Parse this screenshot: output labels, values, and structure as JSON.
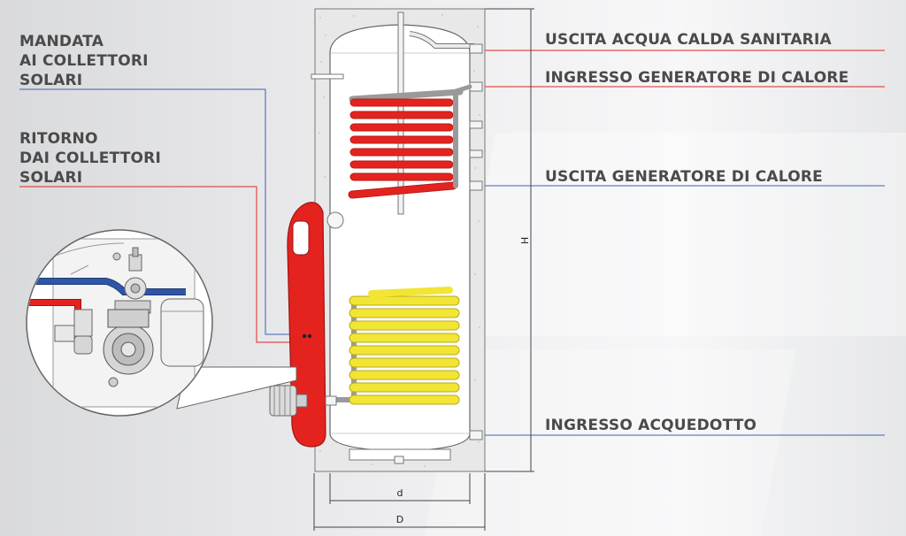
{
  "labels": {
    "mandata": [
      "MANDATA",
      "AI COLLETTORI",
      "SOLARI"
    ],
    "ritorno": [
      "RITORNO",
      "DAI COLLETTORI",
      "SOLARI"
    ],
    "uscita_acs": "USCITA ACQUA CALDA SANITARIA",
    "ingresso_gen": "INGRESSO GENERATORE DI CALORE",
    "uscita_gen": "USCITA GENERATORE DI CALORE",
    "ingresso_acq": "INGRESSO ACQUEDOTTO"
  },
  "dimensions": {
    "height": "H",
    "inner_diameter": "d",
    "outer_diameter": "D"
  },
  "colors": {
    "hot_coil": "#e4231f",
    "solar_coil": "#f2e534",
    "cold_pipe": "#2f55a5",
    "insulation": "#e9e9e9",
    "label_text": "#4a4a4a",
    "leader_red": "#e4231f",
    "leader_blue": "#3c62ad"
  }
}
